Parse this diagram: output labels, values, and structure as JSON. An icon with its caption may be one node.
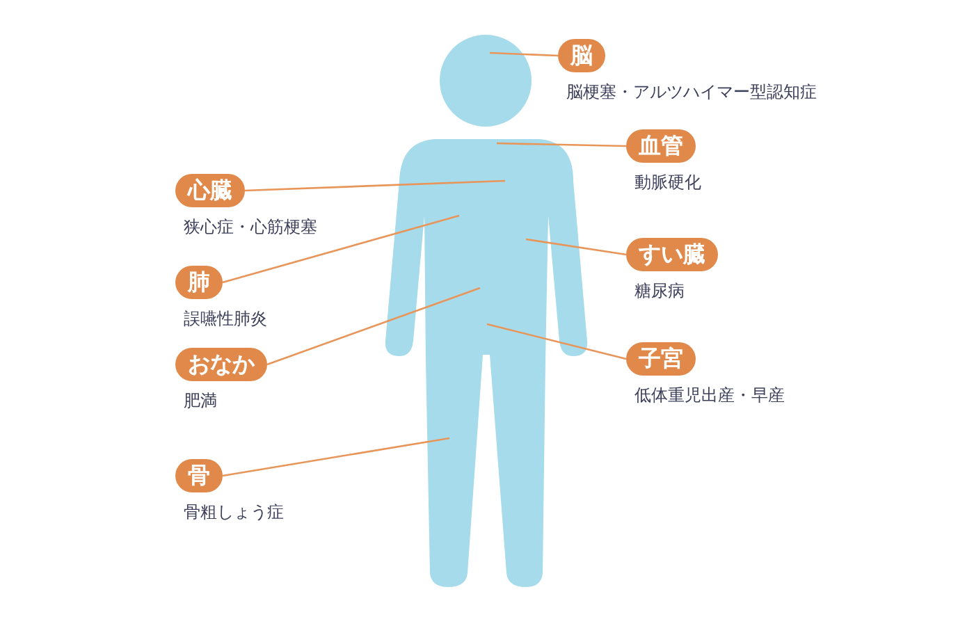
{
  "diagram": {
    "nodes": [
      {
        "text": [
          "脳"
        ],
        "beside": [
          "脳梗塞・アルツハイマー型認知症"
        ]
      },
      {
        "text": [
          "血管"
        ],
        "beside": [
          "動脈硬化"
        ]
      },
      {
        "text": [
          "心臓"
        ],
        "beside": [
          "狭心症・心筋梗塞"
        ]
      },
      {
        "text": [
          "肺"
        ],
        "beside": [
          "誤嚥性肺炎"
        ]
      },
      {
        "text": [
          "すい臓"
        ],
        "beside": [
          "糖尿病"
        ]
      },
      {
        "text": [
          "おなか"
        ],
        "beside": [
          "肥満"
        ]
      },
      {
        "text": [
          "子宮"
        ],
        "beside": [
          "低体重児出産・早産"
        ]
      },
      {
        "text": [
          "骨"
        ],
        "beside": [
          "骨粗しょう症"
        ]
      }
    ],
    "edges": [
      {
        "from": 0,
        "to": null,
        "arrow": "none"
      },
      {
        "from": 1,
        "to": null,
        "arrow": "none"
      },
      {
        "from": 2,
        "to": null,
        "arrow": "none"
      },
      {
        "from": 3,
        "to": null,
        "arrow": "none"
      },
      {
        "from": 4,
        "to": null,
        "arrow": "none"
      },
      {
        "from": 5,
        "to": null,
        "arrow": "none"
      },
      {
        "from": 6,
        "to": null,
        "arrow": "none"
      },
      {
        "from": 7,
        "to": null,
        "arrow": "none"
      }
    ]
  }
}
